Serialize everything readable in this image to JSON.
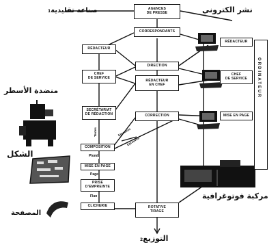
{
  "arabic": {
    "traditional_industry": "صناعة تقليدية",
    "traditional_industry_num": "1",
    "electronic_publishing": "نشر الكتروني",
    "line_composer": "منضدة الأسطر",
    "form": "الشكل",
    "photographic_center": "مركبة فوتوغرافية",
    "press_plate": "المصفحة",
    "distribution": "التوزيع",
    "distribution_num": "2"
  },
  "boxes": {
    "agences": "AGENCES\nDE PRESSE",
    "correspondants": "CORRESPONDANTS",
    "redacteur_left": "RÉDACTEUR",
    "chef_left": "CHEF\nDE SERVICE",
    "direction": "DIRECTION",
    "redacteur_en_chef": "RÉDACTEUR\nEN CHEF",
    "secretariat": "SECRÉTARIAT\nDE RÉDACTION",
    "correction": "CORRECTION",
    "composition": "COMPOSITION",
    "mise_en_page_left": "MISE EN PAGE",
    "prise_empreinte": "PRISE\nD'EMPREINTE",
    "clicherie": "CLICHERIE",
    "rotative": "ROTATIVE\nTIRAGE",
    "redacteur_right": "RÉDACTEUR",
    "chef_right": "CHEF\nDE SERVICE",
    "mise_en_page_right": "MISE EN PAGE"
  },
  "labels": {
    "plomb": "Plomb",
    "page": "Page",
    "flan": "Flan",
    "textes": "Textes",
    "epreuves1": "Epreuves",
    "epreuves2": "Epreuves",
    "ordinateur": "ORDINATEUR"
  }
}
